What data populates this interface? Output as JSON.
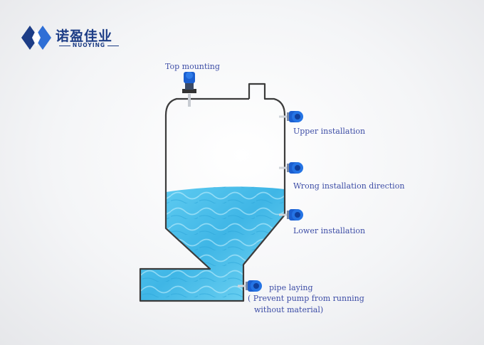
{
  "brand": {
    "name_cn": "诺盈佳业",
    "name_en": "NUOYING",
    "color": "#1d3d86"
  },
  "colors": {
    "tank_outline": "#3c3c3c",
    "water": "#4fc3ec",
    "sensor_blue": "#1b5fd0",
    "label_text": "#3d4da6"
  },
  "labels": {
    "top_mounting": "Top mounting",
    "upper_installation": "Upper installation",
    "wrong_installation": "Wrong installation direction",
    "lower_installation": "Lower installation",
    "pipe_laying_1": "pipe laying",
    "pipe_laying_2": "( Prevent pump from running",
    "pipe_laying_3": "without material)"
  },
  "icons": [
    "brand-logo-icon",
    "level-sensor-icon"
  ]
}
